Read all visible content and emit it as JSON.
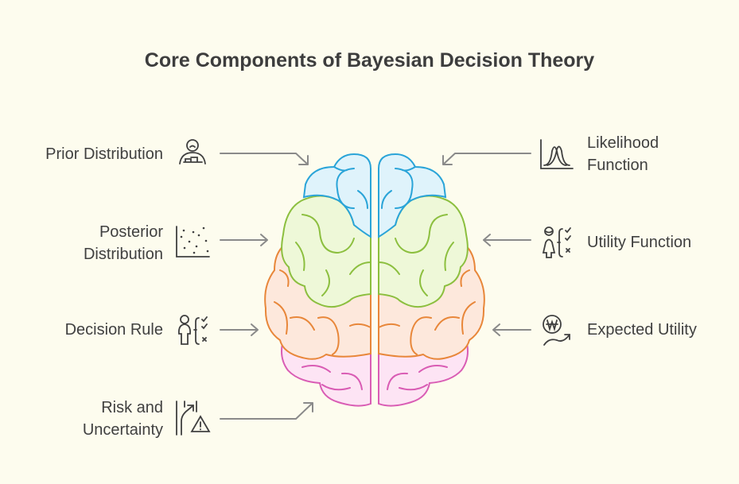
{
  "title": "Core Components of Bayesian Decision Theory",
  "left_items": [
    {
      "label": "Prior Distribution",
      "icon": "person-boxes-icon"
    },
    {
      "label": "Posterior Distribution",
      "icon": "scatter-plot-icon"
    },
    {
      "label": "Decision Rule",
      "icon": "person-checklist-icon"
    },
    {
      "label": "Risk and Uncertainty",
      "icon": "warning-path-icon"
    }
  ],
  "right_items": [
    {
      "label": "Likelihood Function",
      "icon": "bell-curves-icon"
    },
    {
      "label": "Utility Function",
      "icon": "person-checklist-icon"
    },
    {
      "label": "Expected Utility",
      "icon": "currency-growth-icon"
    }
  ],
  "colors": {
    "prior": "#2aa4d8",
    "posterior": "#8cbf3f",
    "decision": "#e8873a",
    "risk": "#d95cb4",
    "likelihood": "#2fbf8a",
    "utility": "#e0c92a",
    "expected": "#e0504a",
    "right_bottom": "#d95cb4",
    "arrow": "#8a8a8a",
    "text": "#404040"
  }
}
